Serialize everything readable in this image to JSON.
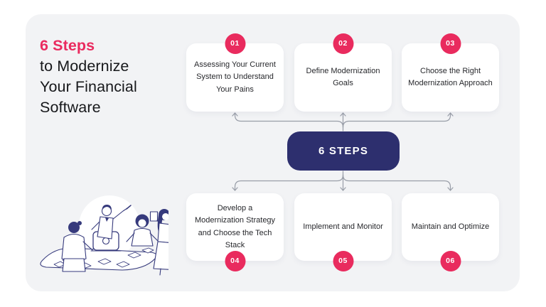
{
  "colors": {
    "accent_pink": "#ea2b5f",
    "badge_pink": "#e92b5e",
    "navy": "#2d2f6e",
    "canvas_background": "#f2f3f5",
    "card_background": "#ffffff",
    "connector_gray": "#999ea8",
    "title_text": "#17181b",
    "card_text": "#27282c"
  },
  "header": {
    "title_accent": "6 Steps",
    "title_rest": [
      "to Modernize",
      "Your Financial",
      "Software"
    ]
  },
  "center": {
    "label": "6 STEPS"
  },
  "steps": [
    {
      "number": "01",
      "label": "Assessing Your Current System to Understand Your Pains"
    },
    {
      "number": "02",
      "label": "Define Modernization Goals"
    },
    {
      "number": "03",
      "label": "Choose the Right Modernization Approach"
    },
    {
      "number": "04",
      "label": "Develop a Modernization Strategy and Choose the Tech Stack"
    },
    {
      "number": "05",
      "label": "Implement and Monitor"
    },
    {
      "number": "06",
      "label": "Maintain and Optimize"
    }
  ],
  "illustration": {
    "description": "four people collaborating around a table with laptop and papers"
  }
}
